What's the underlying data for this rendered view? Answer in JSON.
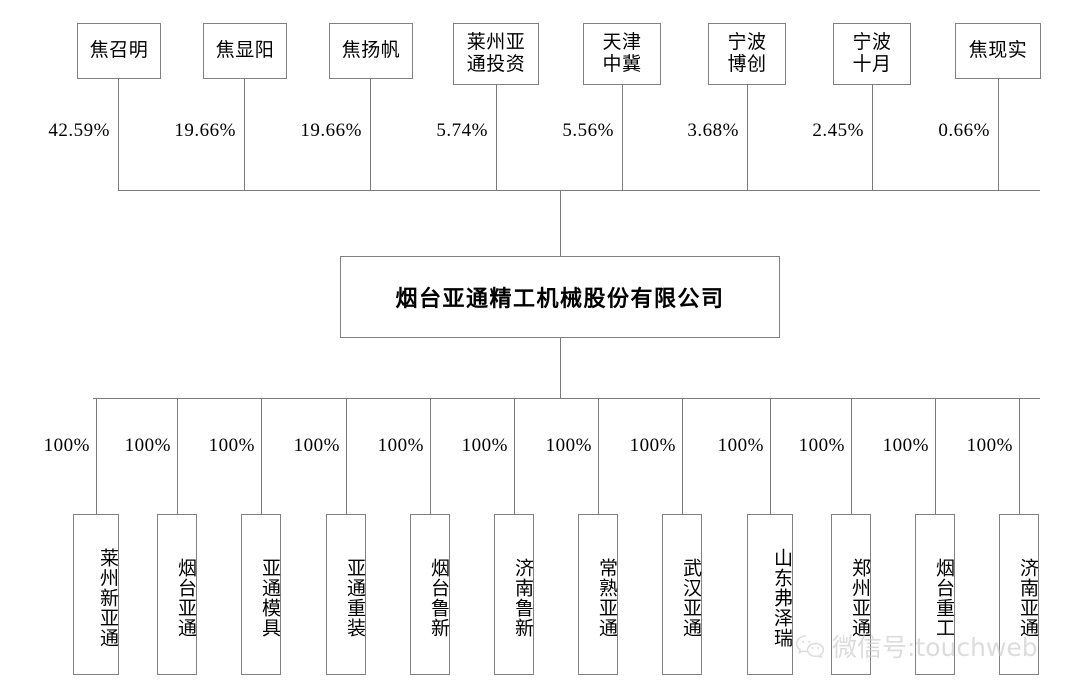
{
  "chart": {
    "type": "diagram",
    "subtype": "ownership-structure-org-chart",
    "company": {
      "name": "烟台亚通精工机械股份有限公司"
    },
    "shareholders": [
      {
        "name": "焦召明",
        "percent": "42.59%"
      },
      {
        "name": "焦显阳",
        "percent": "19.66%"
      },
      {
        "name": "焦扬帆",
        "percent": "19.66%"
      },
      {
        "name": "莱州亚\n通投资",
        "percent": "5.74%"
      },
      {
        "name": "天津\n中冀",
        "percent": "5.56%"
      },
      {
        "name": "宁波\n博创",
        "percent": "3.68%"
      },
      {
        "name": "宁波\n十月",
        "percent": "2.45%"
      },
      {
        "name": "焦现实",
        "percent": "0.66%"
      }
    ],
    "subsidiaries": [
      {
        "name": "莱州新亚通",
        "percent": "100%"
      },
      {
        "name": "烟台亚通",
        "percent": "100%"
      },
      {
        "name": "亚通模具",
        "percent": "100%"
      },
      {
        "name": "亚通重装",
        "percent": "100%"
      },
      {
        "name": "烟台鲁新",
        "percent": "100%"
      },
      {
        "name": "济南鲁新",
        "percent": "100%"
      },
      {
        "name": "常熟亚通",
        "percent": "100%"
      },
      {
        "name": "武汉亚通",
        "percent": "100%"
      },
      {
        "name": "山东弗泽瑞",
        "percent": "100%"
      },
      {
        "name": "郑州亚通",
        "percent": "100%"
      },
      {
        "name": "烟台重工",
        "percent": "100%"
      },
      {
        "name": "济南亚通",
        "percent": "100%"
      }
    ]
  },
  "watermark": {
    "text": "微信号:touchweb",
    "icon": "wechat-logo",
    "color": "#c8c8c8"
  },
  "colors": {
    "box_border": "#808080",
    "line": "#7a7a7a",
    "text": "#000000",
    "background": "#ffffff"
  }
}
